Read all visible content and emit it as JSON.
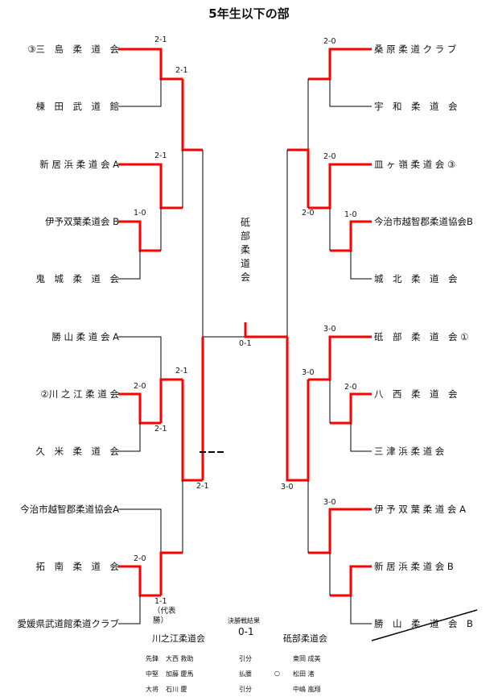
{
  "title": "5年生以下の部",
  "left_teams": [
    {
      "name": "③三　島　柔　道　会"
    },
    {
      "name": "棟　田　武　道　館"
    },
    {
      "name": "新 居 浜 柔 道 会 A"
    },
    {
      "name": "伊予双葉柔道会 B"
    },
    {
      "name": "鬼　城　柔　道　会"
    },
    {
      "name": "勝 山 柔 道 会 A"
    },
    {
      "name": "②川 之 江 柔 道 会"
    },
    {
      "name": "久　米　柔　道　会"
    },
    {
      "name": "今治市越智郡柔道協会A"
    },
    {
      "name": "拓　南　柔　道　会"
    },
    {
      "name": "愛媛県武道館柔道クラブ"
    }
  ],
  "right_teams": [
    {
      "name": "桑 原 柔 道 ク ラ ブ"
    },
    {
      "name": "宇　和　柔　道　会"
    },
    {
      "name": "皿 ヶ 嶺 柔 道 会 ③"
    },
    {
      "name": "今治市越智郡柔道協会B"
    },
    {
      "name": "城　北　柔　道　会"
    },
    {
      "name": "砥　部　柔　道　会 ①"
    },
    {
      "name": "八　西　柔　道　会"
    },
    {
      "name": "三 津 浜 柔 道 会"
    },
    {
      "name": "伊 予 双 葉 柔 道 会 A"
    },
    {
      "name": "新 居 浜 柔 道 会 B"
    },
    {
      "name": "勝　山　柔　道　会　B"
    }
  ],
  "scores": {
    "l1": "2-1",
    "l2": "2-1",
    "l3": "2-1",
    "l4": "1-0",
    "l5": "2-1",
    "l6": "2-0",
    "l7": "2-1",
    "l8": "2-1",
    "l9": "2-0",
    "l10": "1-1",
    "l10b": "（代表",
    "l10c": "勝）",
    "final": "0-1",
    "r1": "2-0",
    "r2": "2-0",
    "r3": "2-0",
    "r4": "1-0",
    "r5": "3-0",
    "r6": "3-0",
    "r7": "2-0",
    "r8": "3-0",
    "r9": "3-0"
  },
  "champion": "砥部柔道会",
  "final_result": {
    "label": "決勝戦結果",
    "score": "0-1",
    "left_team": "川之江柔道会",
    "right_team": "砥部柔道会",
    "bouts": [
      {
        "pos": "先鋒",
        "left": "大西 救助",
        "result": "引分",
        "mark": "",
        "right": "東岡 成美"
      },
      {
        "pos": "中堅",
        "left": "加藤 慶馬",
        "result": "払腰",
        "mark": "○",
        "right": "松田 渚"
      },
      {
        "pos": "大将",
        "left": "石川 慶",
        "result": "引分",
        "mark": "",
        "right": "中嶋 嵐翔"
      }
    ]
  },
  "colors": {
    "win": "#ff0000",
    "line": "#000000"
  }
}
